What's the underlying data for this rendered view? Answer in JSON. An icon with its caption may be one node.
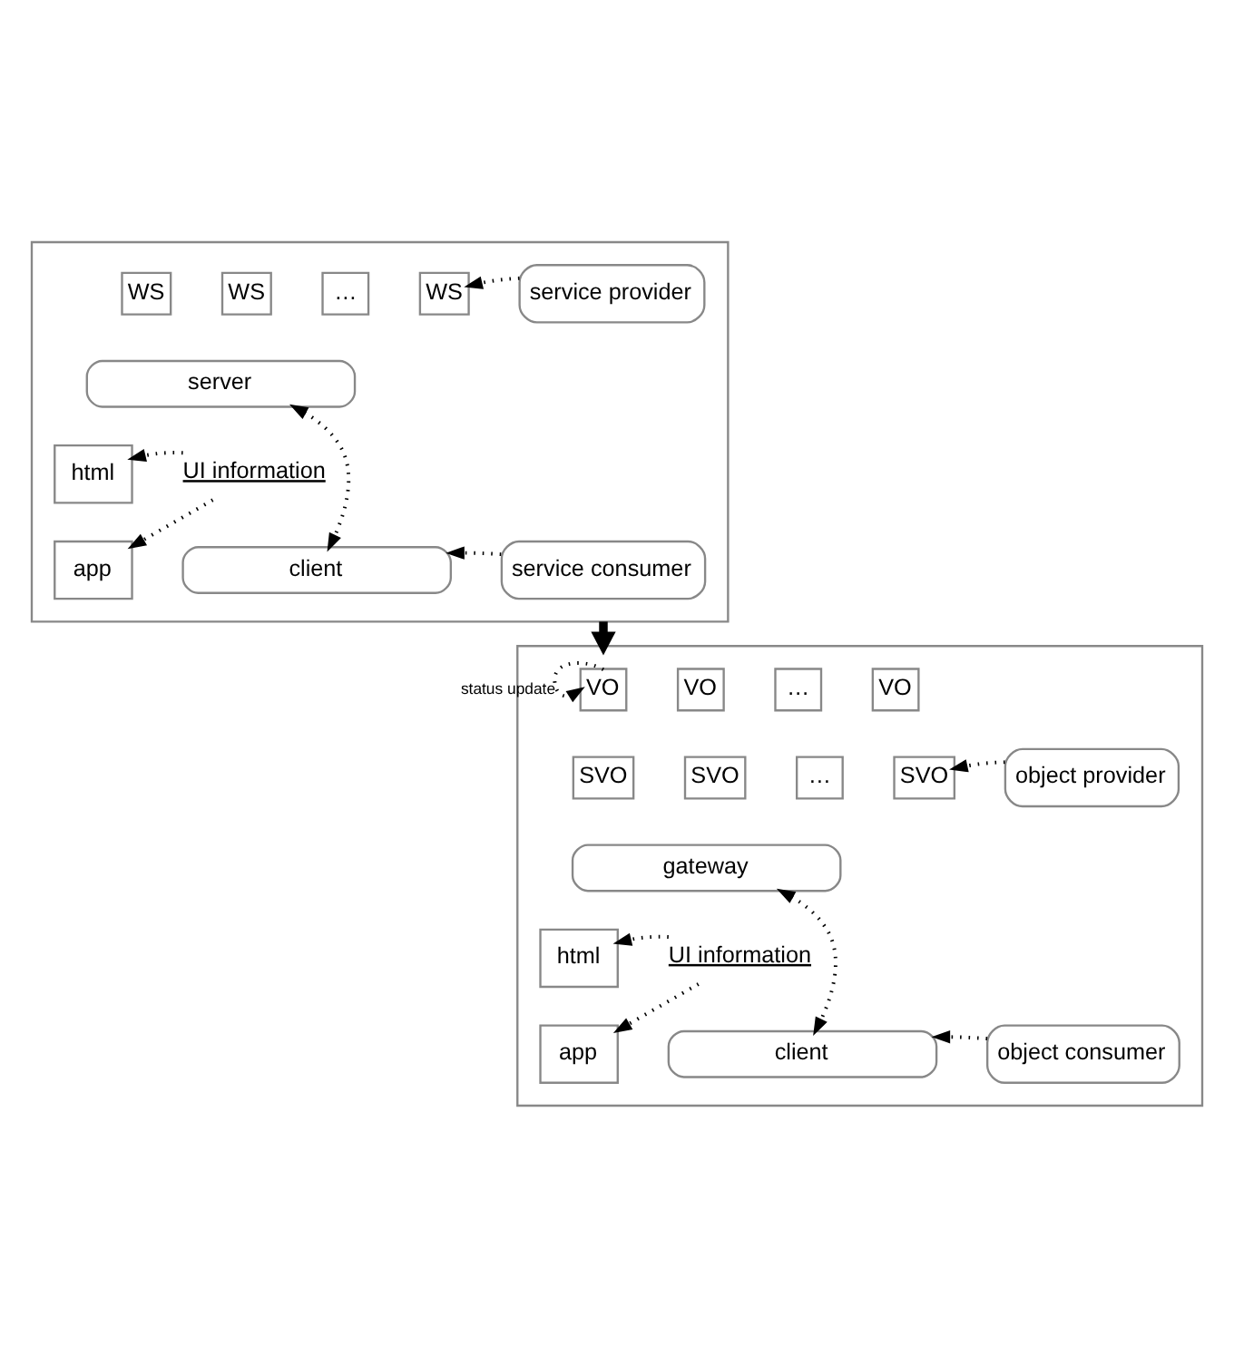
{
  "diagram": {
    "nodes": [
      {
        "text": [],
        "shape": "box"
      },
      {
        "text": [
          "WS"
        ],
        "in": 0
      },
      {
        "text": [
          "WS"
        ],
        "in": 0
      },
      {
        "text": [
          "…"
        ],
        "in": 0
      },
      {
        "text": [
          "WS"
        ],
        "in": 0
      },
      {
        "text": [
          "server"
        ],
        "in": 0
      },
      {
        "text": [
          "service provider"
        ],
        "in": 0
      },
      {
        "text": [
          "UI information"
        ],
        "in": 0
      },
      {
        "text": [
          "html"
        ],
        "in": 0
      },
      {
        "text": [
          "app"
        ],
        "in": 0
      },
      {
        "text": [
          "client"
        ],
        "in": 0
      },
      {
        "text": [
          "service consumer"
        ],
        "in": 0
      },
      {
        "text": [],
        "shape": "box"
      },
      {
        "text": [
          "VO"
        ],
        "in": 12
      },
      {
        "text": [
          "VO"
        ],
        "in": 12
      },
      {
        "text": [
          "…"
        ],
        "in": 12
      },
      {
        "text": [
          "VO"
        ],
        "in": 12
      },
      {
        "text": [
          "SVO"
        ],
        "in": 12
      },
      {
        "text": [
          "SVO"
        ],
        "in": 12
      },
      {
        "text": [
          "…"
        ],
        "in": 12
      },
      {
        "text": [
          "SVO"
        ],
        "in": 12
      },
      {
        "text": [
          "gateway"
        ],
        "in": 12
      },
      {
        "text": [
          "object provider"
        ],
        "in": 12
      },
      {
        "text": [
          "UI information"
        ],
        "in": 12
      },
      {
        "text": [
          "html"
        ],
        "in": 12
      },
      {
        "text": [
          "app"
        ],
        "in": 12
      },
      {
        "text": [
          "client"
        ],
        "in": 12
      },
      {
        "text": [
          "object consumer"
        ],
        "in": 12
      }
    ],
    "edges": [
      {
        "from": 6,
        "to": 4,
        "arrow": "to",
        "style": "dashed"
      },
      {
        "from": 5,
        "to": 10,
        "arrow": "both",
        "style": "dashed"
      },
      {
        "from": 7,
        "to": 8,
        "arrow": "to",
        "style": "dashed"
      },
      {
        "from": 7,
        "to": 9,
        "arrow": "to",
        "style": "dashed"
      },
      {
        "from": 11,
        "to": 10,
        "arrow": "to",
        "style": "dashed"
      },
      {
        "from": 0,
        "to": 12,
        "arrow": "to",
        "style": "thick"
      },
      {
        "from": 13,
        "to": 13,
        "arrow": "to",
        "label": "status update",
        "style": "dashed"
      },
      {
        "from": 22,
        "to": 20,
        "arrow": "to",
        "style": "dashed"
      },
      {
        "from": 21,
        "to": 26,
        "arrow": "both",
        "style": "dashed"
      },
      {
        "from": 23,
        "to": 24,
        "arrow": "to",
        "style": "dashed"
      },
      {
        "from": 23,
        "to": 25,
        "arrow": "to",
        "style": "dashed"
      },
      {
        "from": 27,
        "to": 26,
        "arrow": "to",
        "style": "dashed"
      }
    ]
  }
}
